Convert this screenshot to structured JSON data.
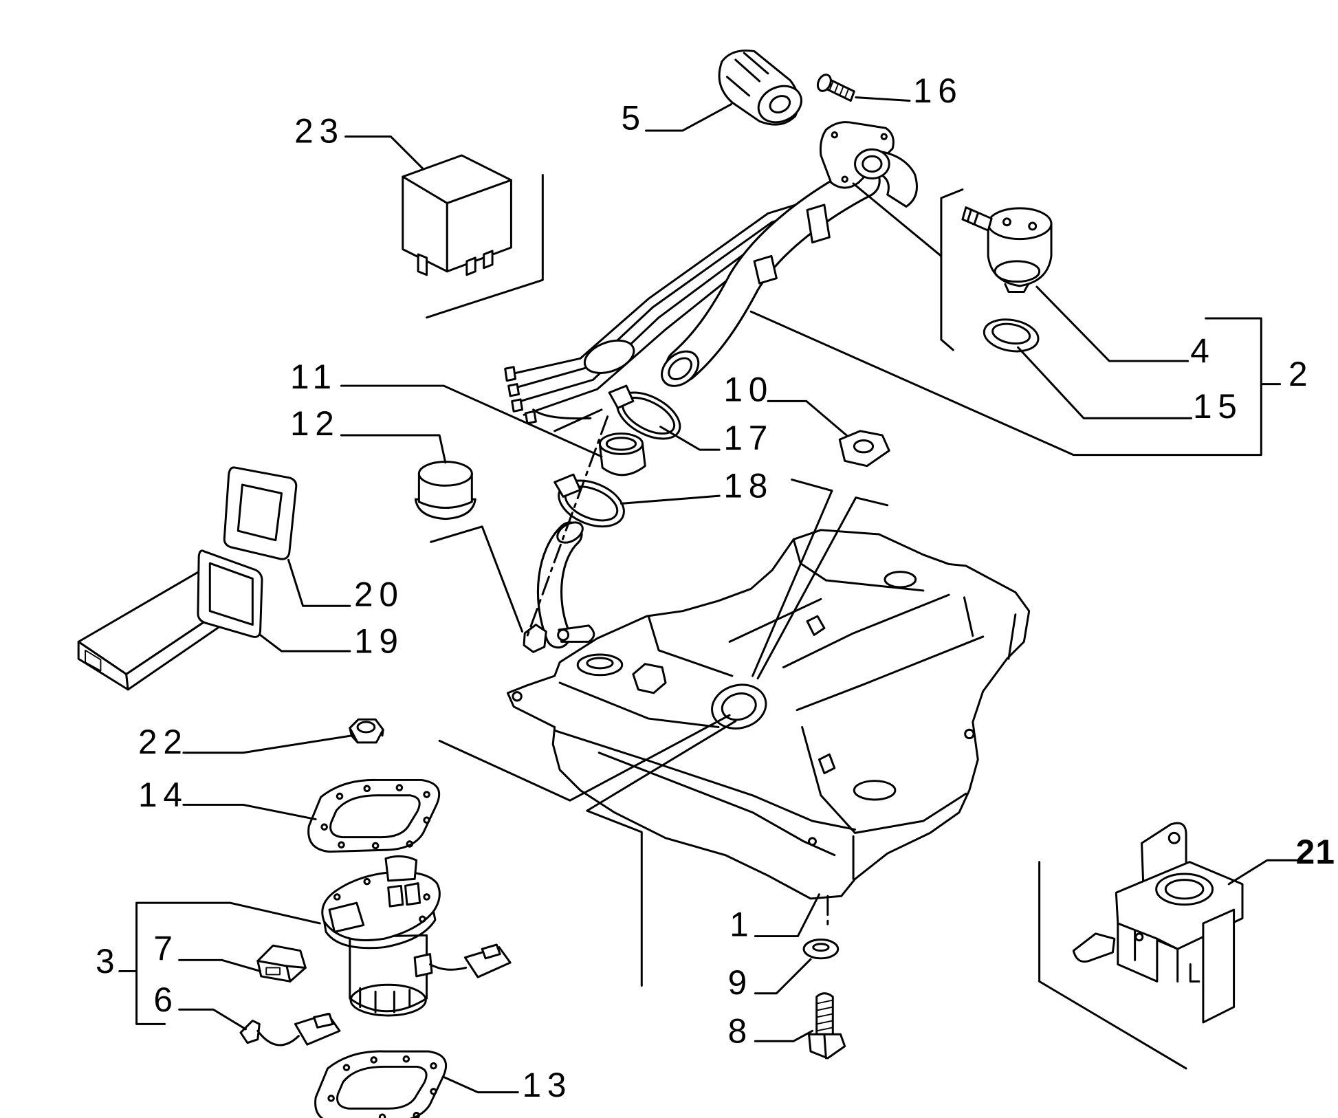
{
  "callouts": [
    "23",
    "5",
    "16",
    "4",
    "2",
    "15",
    "11",
    "12",
    "10",
    "17",
    "18",
    "20",
    "19",
    "22",
    "14",
    "3",
    "7",
    "6",
    "13",
    "1",
    "9",
    "8",
    "21"
  ]
}
